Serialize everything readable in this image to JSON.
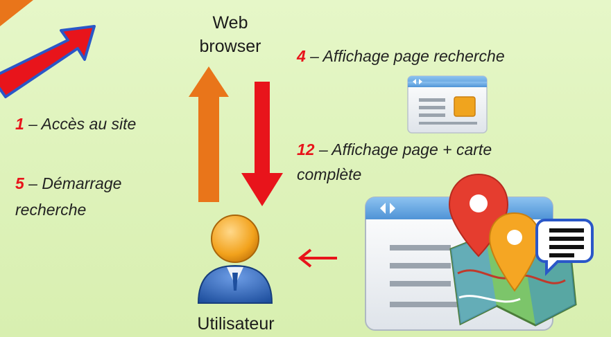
{
  "nodes": {
    "browser_line1": "Web",
    "browser_line2": "browser",
    "user": "Utilisateur"
  },
  "steps": {
    "s1": {
      "num": "1",
      "text": " – Accès au site"
    },
    "s4": {
      "num": "4",
      "text": " – Affichage page  recherche"
    },
    "s5": {
      "num": "5",
      "text": " – Démarrage",
      "text2": "recherche"
    },
    "s12": {
      "num": "12",
      "text": " – Affichage page + carte",
      "text2": "complète"
    }
  },
  "colors": {
    "background": "#dff3bc",
    "accent_red": "#e8141b",
    "accent_orange": "#e9751a",
    "arrow_blue": "#2a57c8"
  },
  "icons": [
    "page-layout-icon",
    "map-page-icon",
    "location-pin-icon",
    "speech-bubble-icon",
    "user-avatar-icon"
  ]
}
